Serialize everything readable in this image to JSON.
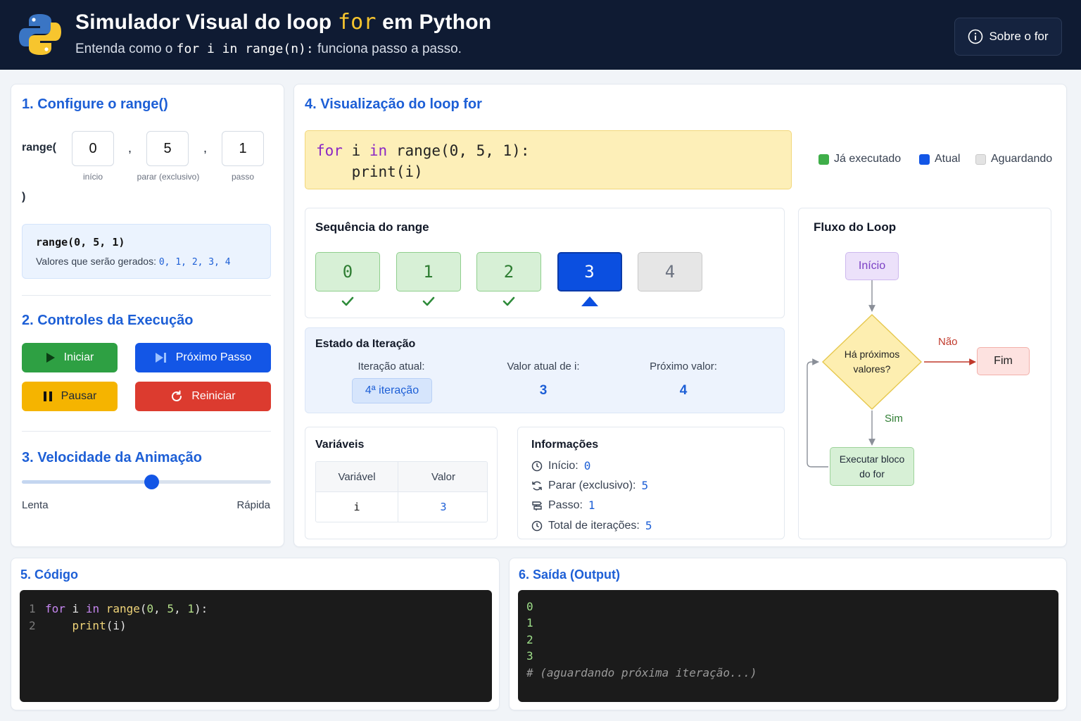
{
  "header": {
    "title_pre": "Simulador Visual do loop ",
    "title_kw": "for",
    "title_post": " em Python",
    "subtitle_pre": "Entenda como o ",
    "subtitle_code": "for i in range(n):",
    "subtitle_post": " funciona passo a passo.",
    "about_label": "Sobre o for"
  },
  "config": {
    "title": "1. Configure o range()",
    "range_open": "range(",
    "range_close": ")",
    "comma": ",",
    "start_value": "0",
    "stop_value": "5",
    "step_value": "1",
    "start_label": "início",
    "stop_label": "parar (exclusivo)",
    "step_label": "passo",
    "summary_code": "range(0, 5, 1)",
    "summary_prefix": "Valores que serão gerados:",
    "summary_values": "0, 1, 2, 3, 4"
  },
  "controls": {
    "title": "2. Controles da Execução",
    "start_label": "Iniciar",
    "next_label": "Próximo Passo",
    "pause_label": "Pausar",
    "reset_label": "Reiniciar"
  },
  "speed": {
    "title": "3. Velocidade da Animação",
    "min_label": "Lenta",
    "max_label": "Rápida",
    "level": 0.52
  },
  "visual": {
    "title": "4. Visualização do loop for",
    "code_line1_kw1": "for",
    "code_line1_var": " i ",
    "code_line1_kw2": "in",
    "code_line1_rest": " range(0, 5, 1):",
    "code_line2": "    print(i)",
    "legend": {
      "done": "Já executado",
      "current": "Atual",
      "waiting": "Aguardando"
    },
    "sequence_title": "Sequência do range",
    "sequence": [
      {
        "value": "0",
        "state": "done"
      },
      {
        "value": "1",
        "state": "done"
      },
      {
        "value": "2",
        "state": "done"
      },
      {
        "value": "3",
        "state": "current"
      },
      {
        "value": "4",
        "state": "waiting"
      }
    ],
    "state": {
      "title": "Estado da Iteração",
      "iter_label": "Iteração atual:",
      "iter_value": "4ª iteração",
      "value_label": "Valor atual de i:",
      "value": "3",
      "next_label": "Próximo valor:",
      "next_value": "4"
    },
    "variables": {
      "title": "Variáveis",
      "col_var": "Variável",
      "col_val": "Valor",
      "rows": [
        {
          "name": "i",
          "value": "3"
        }
      ]
    },
    "info": {
      "title": "Informações",
      "start_label": "Início:",
      "start_value": "0",
      "stop_label": "Parar (exclusivo):",
      "stop_value": "5",
      "step_label": "Passo:",
      "step_value": "1",
      "total_label": "Total de iterações:",
      "total_value": "5"
    },
    "flow": {
      "title": "Fluxo do Loop",
      "start": "Início",
      "decision_l1": "Há próximos",
      "decision_l2": "valores?",
      "no": "Não",
      "yes": "Sim",
      "end": "Fim",
      "body_l1": "Executar bloco",
      "body_l2": "do for"
    }
  },
  "code": {
    "title": "5. Código",
    "line_numbers": [
      "1",
      "2"
    ],
    "kw_for": "for",
    "var_i": " i ",
    "kw_in": "in",
    "fn_range": " range",
    "paren_open": "(",
    "n0": "0",
    "sep1": ", ",
    "n5": "5",
    "sep2": ", ",
    "n1": "1",
    "paren_close": "):",
    "indent": "    ",
    "fn_print": "print",
    "print_args": "(i)"
  },
  "output": {
    "title": "6. Saída (Output)",
    "lines": [
      "0",
      "1",
      "2",
      "3"
    ],
    "waiting": "# (aguardando próxima iteração...)"
  },
  "colors": {
    "accent": "#1d5fd6",
    "header_bg": "#0f1b33",
    "done": "#3fae49",
    "current": "#0b4fe0",
    "waiting": "#d9d9d9",
    "start_btn": "#2ea043",
    "next_btn": "#1356e6",
    "pause_btn": "#f5b400",
    "reset_btn": "#dc3b2f"
  }
}
